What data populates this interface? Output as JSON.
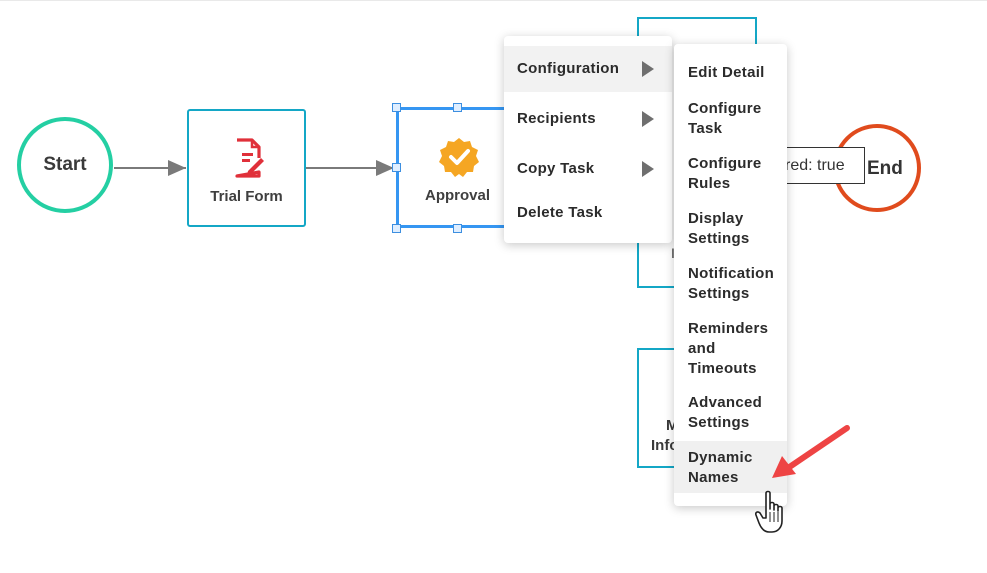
{
  "workflow": {
    "start_label": "Start",
    "trial_form_label": "Trial Form",
    "approval_label": "Approval",
    "partial_mid_text": "I",
    "partial_bot_text_line1": "M",
    "partial_bot_text_line2": "Infc",
    "end_label": "End",
    "tooltip_text": "red: true"
  },
  "context_menu": {
    "items": [
      {
        "label": "Configuration",
        "has_submenu": true
      },
      {
        "label": "Recipients",
        "has_submenu": true
      },
      {
        "label": "Copy Task",
        "has_submenu": true
      },
      {
        "label": "Delete Task",
        "has_submenu": false
      }
    ]
  },
  "sub_menu": {
    "items": [
      {
        "line1": "Edit Detail",
        "line2": ""
      },
      {
        "line1": "Configure",
        "line2": "Task"
      },
      {
        "line1": "Configure",
        "line2": "Rules"
      },
      {
        "line1": "Display",
        "line2": "Settings"
      },
      {
        "line1": "Notification",
        "line2": "Settings"
      },
      {
        "line1": "Reminders",
        "line2": "and",
        "line3": "Timeouts"
      },
      {
        "line1": "Advanced",
        "line2": "Settings"
      },
      {
        "line1": "Dynamic",
        "line2": "Names"
      }
    ]
  },
  "colors": {
    "start_border": "#24cfa3",
    "task_border": "#14a7c6",
    "selected_border": "#3596f2",
    "end_border": "#e04b1d",
    "form_icon": "#e0303a",
    "approval_icon": "#f5a623",
    "annotation_arrow": "#ee4444"
  },
  "icons": {
    "form": "form-edit-icon",
    "approval": "verified-badge-icon",
    "submenu_arrow": "triangle-right-icon",
    "cursor": "hand-pointer-icon"
  }
}
